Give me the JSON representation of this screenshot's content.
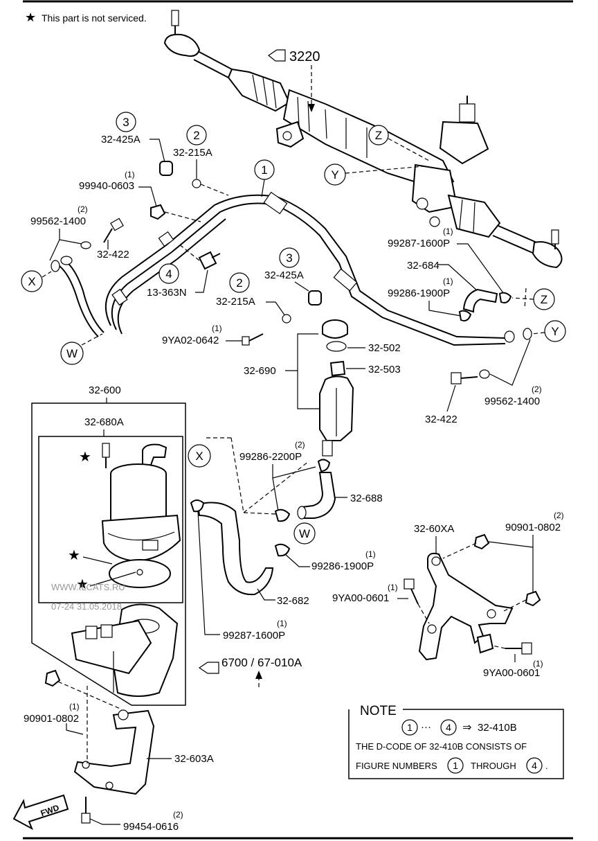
{
  "legend": {
    "star": "★",
    "text": "This part is not serviced."
  },
  "watermark": {
    "site": "WWW.ILCATS.RU",
    "date": "07-24 31.05.2018"
  },
  "refs": {
    "steering": "3220",
    "engine": "6700 / 67-010A"
  },
  "callouts": {
    "c1": "1",
    "c2a": "2",
    "c2b": "2",
    "c3a": "3",
    "c3b": "3",
    "c4": "4",
    "X1": "X",
    "X2": "X",
    "Y1": "Y",
    "Y2": "Y",
    "Z1": "Z",
    "Z2": "Z",
    "W1": "W",
    "W2": "W"
  },
  "parts": {
    "p32_425A_a": "32-425A",
    "p32_215A_a": "32-215A",
    "p99940": "99940-0603",
    "q99940": "(1)",
    "p99562_a": "99562-1400",
    "q99562_a": "(2)",
    "p32_422_a": "32-422",
    "p13_363N": "13-363N",
    "p32_425A_b": "32-425A",
    "p32_215A_b": "32-215A",
    "p9YA02": "9YA02-0642",
    "q9YA02": "(1)",
    "p99287_a": "99287-1600P",
    "q99287_a": "(1)",
    "p32_684": "32-684",
    "p99286_19_a": "99286-1900P",
    "q99286_19_a": "(1)",
    "p32_502": "32-502",
    "p32_503": "32-503",
    "p32_690": "32-690",
    "p32_422_b": "32-422",
    "p99562_b": "99562-1400",
    "q99562_b": "(2)",
    "p32_600": "32-600",
    "p32_680A": "32-680A",
    "p99286_22": "99286-2200P",
    "q99286_22": "(2)",
    "p32_688": "32-688",
    "p99286_19_b": "99286-1900P",
    "q99286_19_b": "(1)",
    "p32_682": "32-682",
    "p99287_b": "99287-1600P",
    "q99287_b": "(1)",
    "p32_60XA": "32-60XA",
    "p90901_a": "90901-0802",
    "q90901_a": "(2)",
    "p9YA00_a": "9YA00-0601",
    "q9YA00_a": "(1)",
    "p9YA00_b": "9YA00-0601",
    "q9YA00_b": "(1)",
    "p90901_b": "90901-0802",
    "q90901_b": "(1)",
    "p32_603A": "32-603A",
    "p99454": "99454-0616",
    "q99454": "(2)"
  },
  "fwd": "FWD",
  "note": {
    "title": "NOTE",
    "c1": "1",
    "dots": "···",
    "c4": "4",
    "arrow": "⇒",
    "code": "32-410B",
    "line2": "THE D-CODE OF  32-410B  CONSISTS OF",
    "line3a": "FIGURE NUMBERS",
    "c1b": "1",
    "line3b": "THROUGH",
    "c4b": "4",
    "end": "."
  }
}
